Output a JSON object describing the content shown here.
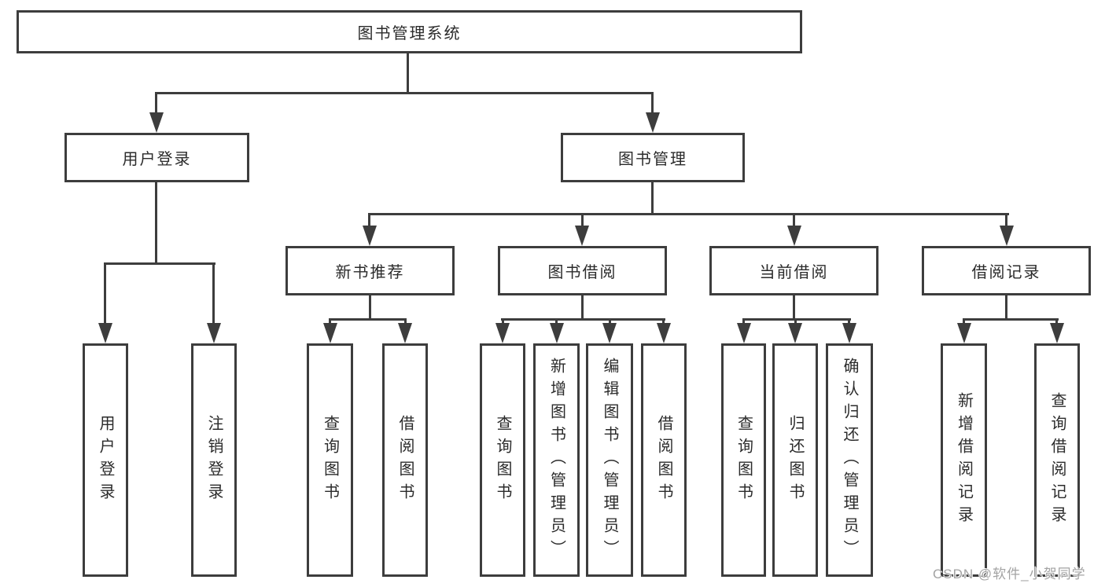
{
  "diagram": {
    "root": {
      "label": "图书管理系统"
    },
    "branches": [
      {
        "label": "用户登录",
        "children": [
          {
            "label": "用户登录"
          },
          {
            "label": "注销登录"
          }
        ]
      },
      {
        "label": "图书管理",
        "children": [
          {
            "label": "新书推荐",
            "children": [
              {
                "label": "查询图书"
              },
              {
                "label": "借阅图书"
              }
            ]
          },
          {
            "label": "图书借阅",
            "children": [
              {
                "label": "查询图书"
              },
              {
                "label": "新增图书（管理员）"
              },
              {
                "label": "编辑图书（管理员）"
              },
              {
                "label": "借阅图书"
              }
            ]
          },
          {
            "label": "当前借阅",
            "children": [
              {
                "label": "查询图书"
              },
              {
                "label": "归还图书"
              },
              {
                "label": "确认归还（管理员）"
              }
            ]
          },
          {
            "label": "借阅记录",
            "children": [
              {
                "label": "新增借阅记录"
              },
              {
                "label": "查询借阅记录"
              }
            ]
          }
        ]
      }
    ]
  },
  "watermark": {
    "text": "CSDN @软件_小贺同学"
  },
  "colors": {
    "line": "#3d3d3d",
    "text": "#2b2b2b",
    "watermark": "#a3a3a3",
    "background": "#ffffff"
  }
}
